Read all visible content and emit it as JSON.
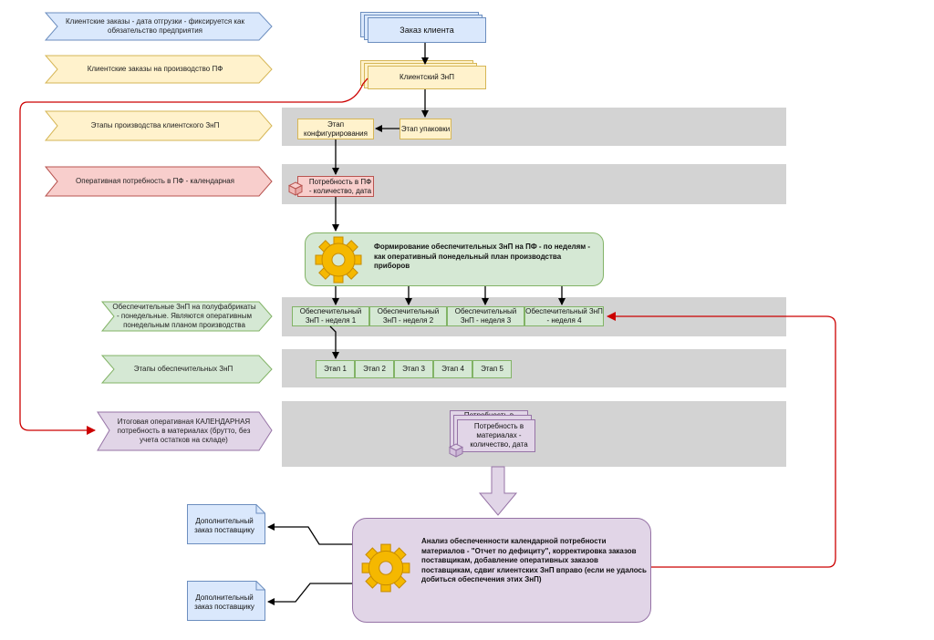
{
  "labels": {
    "l1": "Клиентские заказы - дата отгрузки - фиксируется как обязательство предприятия",
    "l2": "Клиентские заказы на производство ПФ",
    "l3": "Этапы производства клиентского ЗнП",
    "l4": "Оперативная потребность в ПФ - календарная",
    "l5": "Обеспечительные ЗнП на полуфабрикаты - понедельные. Являются оперативным понедельным планом производства",
    "l6": "Этапы обеспечительных ЗнП",
    "l7": "Итоговая оперативная КАЛЕНДАРНАЯ потребность в материалах (брутто, без учета остатков на складе)"
  },
  "nodes": {
    "order": "Заказ клиента",
    "client_znp": "Клиентский ЗнП",
    "stage_config": "Этап конфигурирования",
    "stage_pack": "Этап упаковки",
    "pf_need": "Потребность в ПФ - количество, дата",
    "forming": "Формирование обеспечительных ЗнП на ПФ - по неделям - как оперативный понедельный план производства приборов",
    "weeks": [
      "Обеспечительный ЗнП - неделя 1",
      "Обеспечительный ЗнП - неделя 2",
      "Обеспечительный ЗнП - неделя 3",
      "Обеспечительный ЗнП - неделя 4"
    ],
    "stages": [
      "Этап 1",
      "Этап 2",
      "Этап 3",
      "Этап 4",
      "Этап 5"
    ],
    "mat_need_back": "Потребность в",
    "mat_need": "Потребность в материалах - количество, дата",
    "analysis": "Анализ обеспеченности календарной потребности материалов - \"Отчет по дефициту\", корректировка заказов поставщикам, добавление оперативных заказов поставщикам, сдвиг клиентских ЗнП вправо (если не удалось добиться обеспечения этих ЗнП)",
    "supplier_1": "Дополнительный заказ поставщику",
    "supplier_2": "Дополнительный заказ поставщику"
  },
  "icons": {
    "gear": "gear-icon",
    "cube": "cube-icon"
  },
  "colors": {
    "lane": "#d3d3d3",
    "connector": "#000000",
    "feedback": "#cc0000",
    "yellow": "#fff2cc",
    "green": "#d5e8d4",
    "red": "#f8cecc",
    "purple": "#e1d5e7",
    "blue": "#dae8fc"
  }
}
